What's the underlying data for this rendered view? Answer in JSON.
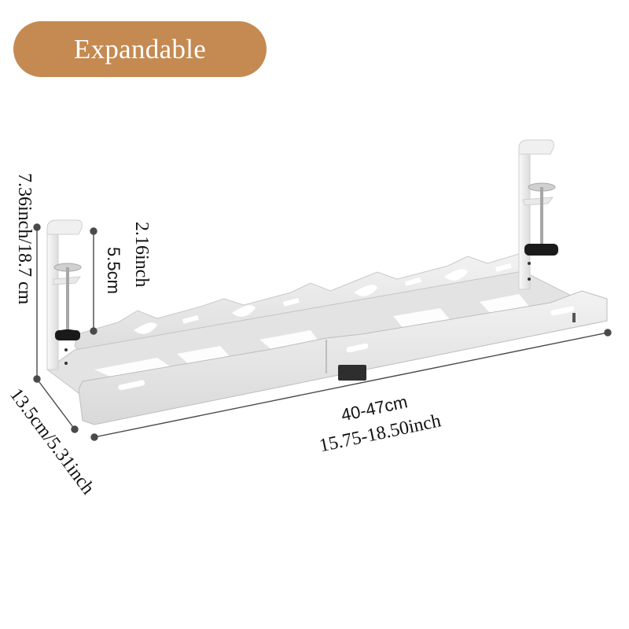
{
  "badge": {
    "label": "Expandable",
    "color": "#C48A52",
    "text_color": "#FFFFFF"
  },
  "dimensions": {
    "height": {
      "label": "7.36inch/18.7 cm"
    },
    "clamp_opening_inch": {
      "label": "2.16inch"
    },
    "clamp_opening_cm": {
      "label": "5.5cm"
    },
    "depth": {
      "label": "13.5cm/5.31inch"
    },
    "length_cm": {
      "label": "40-47cm"
    },
    "length_inch": {
      "label": "15.75-18.50inch"
    }
  },
  "colors": {
    "dimension_line": "#4A4A4A",
    "tray": "#E6E6E6",
    "tray_shadow": "#C9C9C9",
    "knob": "#1A1A1A"
  },
  "product": {
    "name": "under-desk cable management tray",
    "parts": [
      "left clamp bracket",
      "right clamp bracket",
      "telescoping tray",
      "adjustment knobs"
    ]
  }
}
